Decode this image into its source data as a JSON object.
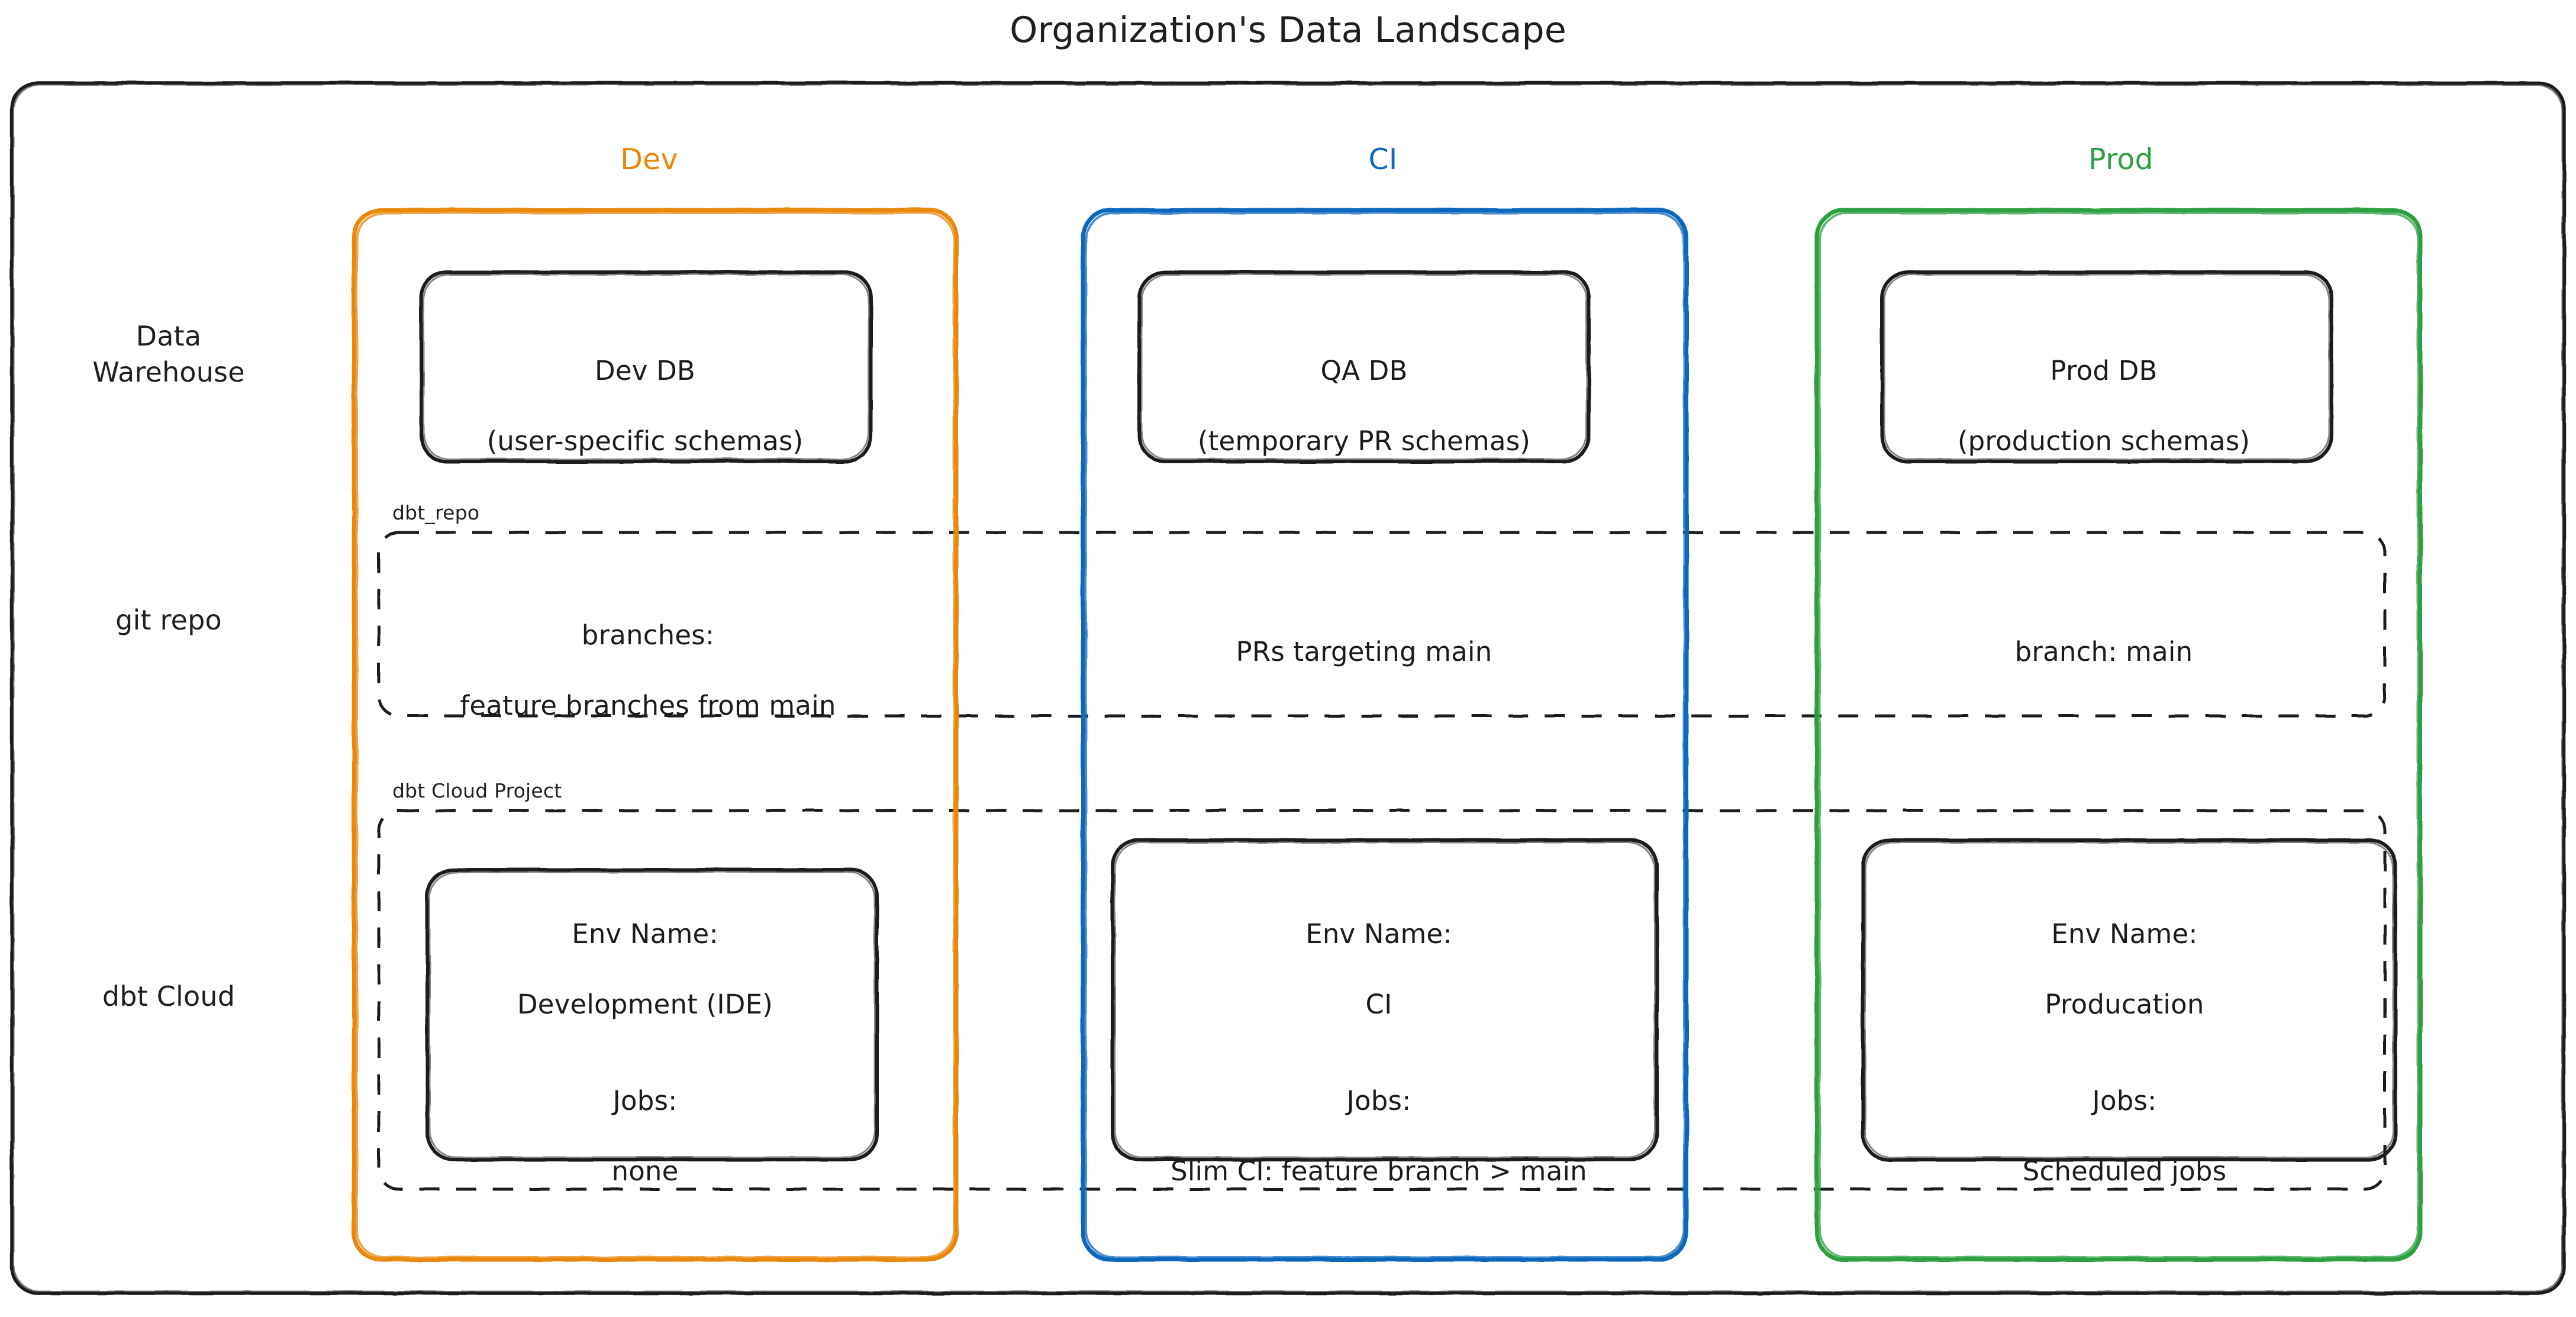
{
  "title": "Organization's Data Landscape",
  "colors": {
    "dev": "#E8880C",
    "ci": "#1168BD",
    "prod": "#2EA043",
    "stroke": "#1b1b1b",
    "background": "#ffffff"
  },
  "columns": [
    {
      "key": "dev",
      "label": "Dev",
      "color": "#E8880C"
    },
    {
      "key": "ci",
      "label": "CI",
      "color": "#1168BD"
    },
    {
      "key": "prod",
      "label": "Prod",
      "color": "#2EA043"
    }
  ],
  "rows": [
    {
      "key": "warehouse",
      "label": "Data\nWarehouse"
    },
    {
      "key": "git",
      "label": "git repo"
    },
    {
      "key": "dbtcloud",
      "label": "dbt Cloud"
    }
  ],
  "groups": {
    "git_repo": {
      "caption": "dbt_repo"
    },
    "dbt_cloud_project": {
      "caption": "dbt Cloud Project"
    }
  },
  "cells": {
    "warehouse": {
      "dev": {
        "title": "Dev DB",
        "detail": "(user-specific schemas)"
      },
      "ci": {
        "title": "QA DB",
        "detail": "(temporary PR schemas)"
      },
      "prod": {
        "title": "Prod DB",
        "detail": "(production schemas)"
      }
    },
    "git": {
      "dev": {
        "title": "branches:",
        "detail": "feature branches from main"
      },
      "ci": {
        "title": "PRs targeting main",
        "detail": ""
      },
      "prod": {
        "title": "branch: main",
        "detail": ""
      }
    },
    "dbtcloud": {
      "dev": {
        "env_label": "Env Name:",
        "env_value": "Development (IDE)",
        "jobs_label": "Jobs:",
        "jobs_value": "none"
      },
      "ci": {
        "env_label": "Env Name:",
        "env_value": "CI",
        "jobs_label": "Jobs:",
        "jobs_value": "Slim CI: feature branch > main"
      },
      "prod": {
        "env_label": "Env Name:",
        "env_value": "Producation",
        "jobs_label": "Jobs:",
        "jobs_value": "Scheduled jobs"
      }
    }
  }
}
